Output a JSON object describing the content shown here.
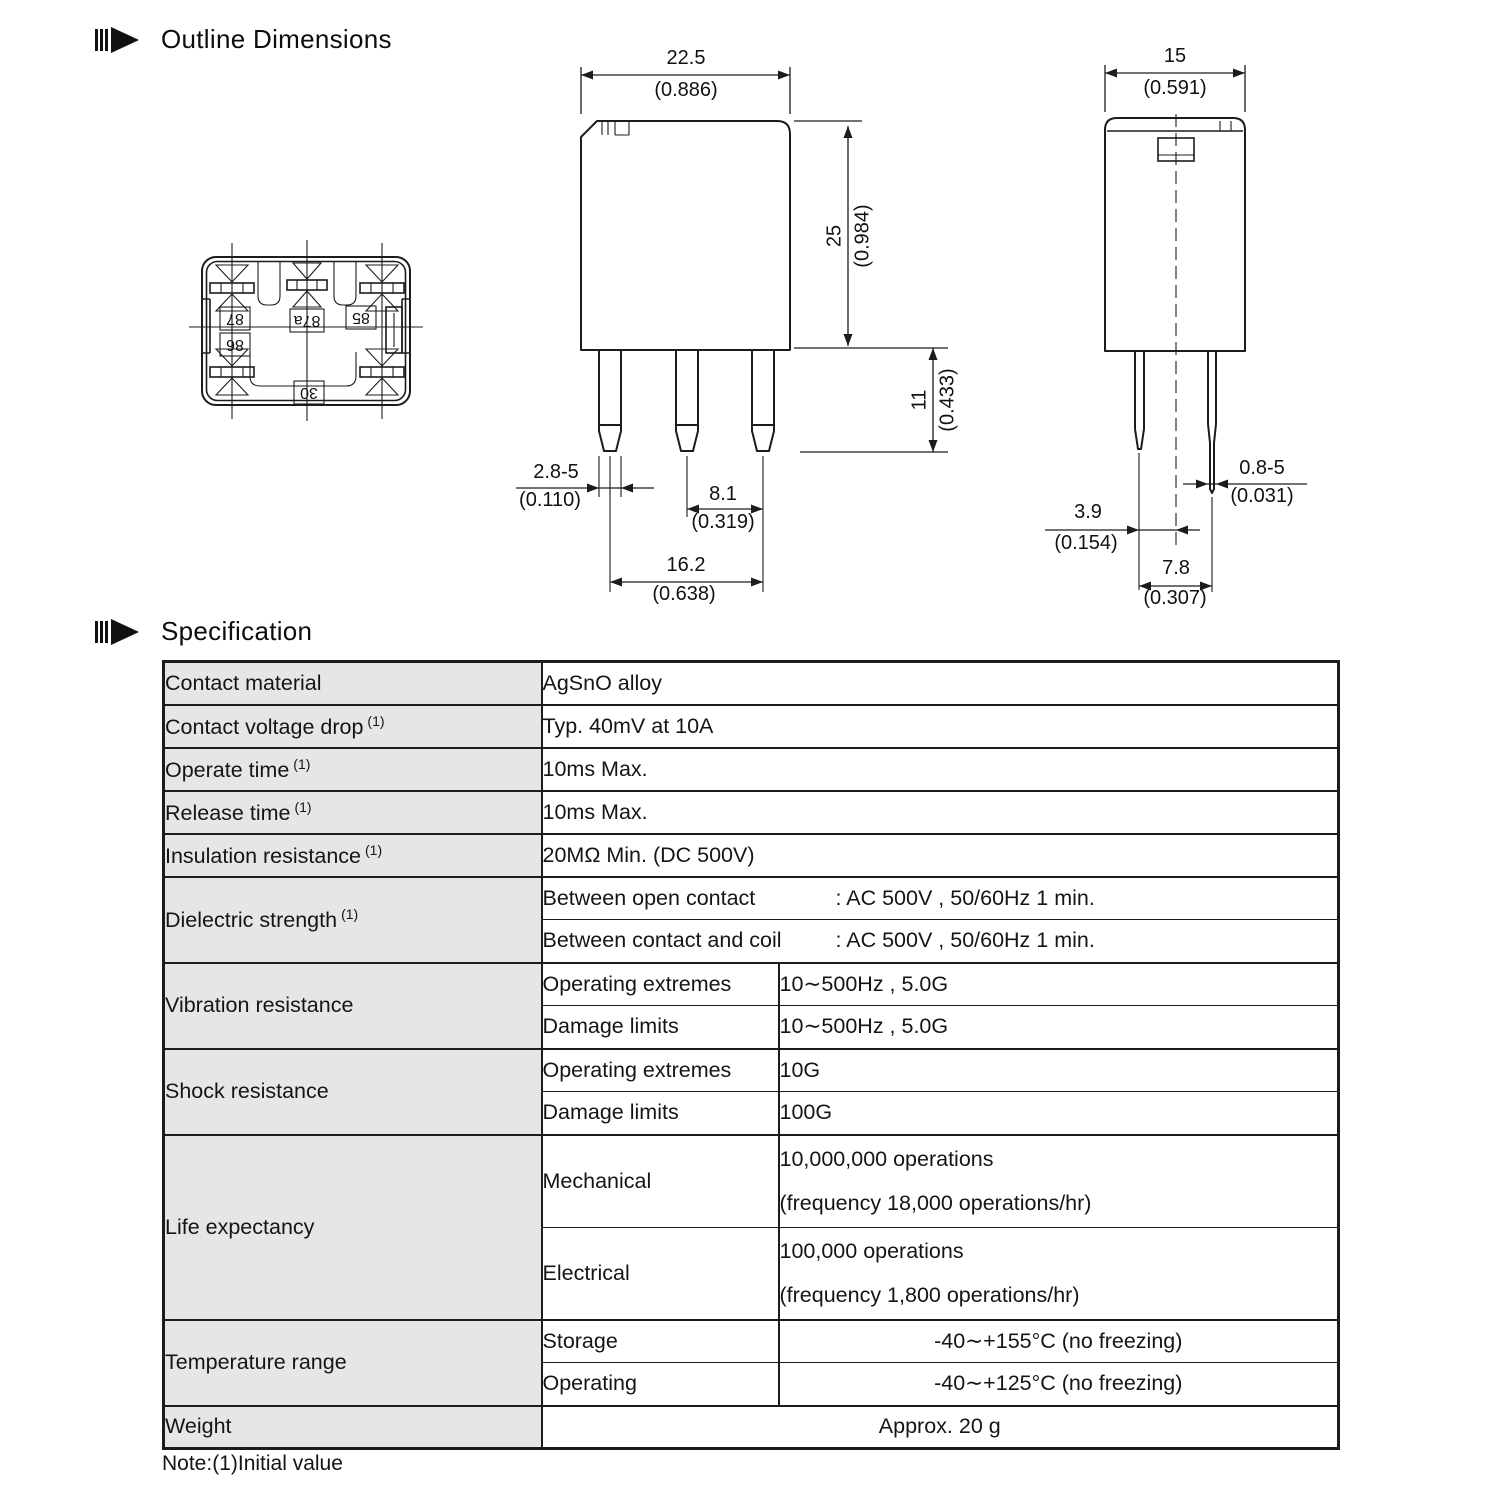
{
  "page": {
    "outline_section_title": "Outline Dimensions",
    "spec_section_title": "Specification",
    "note": "Note:(1)Initial value"
  },
  "drawings": {
    "bottom_view": {
      "pin_labels": {
        "p87": "87",
        "p86": "86",
        "p87a": "87a",
        "p85": "85",
        "p30": "30"
      }
    },
    "front_view": {
      "body_width_mm": "22.5",
      "body_width_in": "(0.886)",
      "body_height_mm": "25",
      "body_height_in": "(0.984)",
      "pin_length_mm": "11",
      "pin_length_in": "(0.433)",
      "pin_width_mm": "2.8-5",
      "pin_width_in": "(0.110)",
      "pitch_small_mm": "8.1",
      "pitch_small_in": "(0.319)",
      "pitch_large_mm": "16.2",
      "pitch_large_in": "(0.638)"
    },
    "side_view": {
      "body_depth_mm": "15",
      "body_depth_in": "(0.591)",
      "pin_thickness_mm": "0.8-5",
      "pin_thickness_in": "(0.031)",
      "pin_offset_mm": "3.9",
      "pin_offset_in": "(0.154)",
      "pin_pitch_mm": "7.8",
      "pin_pitch_in": "(0.307)"
    }
  },
  "spec_table": {
    "contact_material": {
      "label": "Contact material",
      "value": "AgSnO alloy"
    },
    "contact_voltage_drop": {
      "label": "Contact voltage drop",
      "sup": "(1)",
      "value": "Typ. 40mV at 10A"
    },
    "operate_time": {
      "label": "Operate time",
      "sup": "(1)",
      "value": "10ms Max."
    },
    "release_time": {
      "label": "Release time",
      "sup": "(1)",
      "value": "10ms Max."
    },
    "insulation_resistance": {
      "label": "Insulation resistance",
      "sup": "(1)",
      "value": "20MΩ Min. (DC 500V)"
    },
    "dielectric_strength": {
      "label": "Dielectric strength",
      "sup": "(1)",
      "rows": [
        {
          "name": "Between open contact",
          "value": ": AC 500V , 50/60Hz 1 min."
        },
        {
          "name": "Between contact and coil",
          "value": ": AC 500V , 50/60Hz 1 min."
        }
      ]
    },
    "vibration_resistance": {
      "label": "Vibration resistance",
      "rows": [
        {
          "name": "Operating extremes",
          "value": "10∼500Hz , 5.0G"
        },
        {
          "name": "Damage limits",
          "value": "10∼500Hz , 5.0G"
        }
      ]
    },
    "shock_resistance": {
      "label": "Shock resistance",
      "rows": [
        {
          "name": "Operating extremes",
          "value": "10G"
        },
        {
          "name": "Damage limits",
          "value": "100G"
        }
      ]
    },
    "life_expectancy": {
      "label": "Life expectancy",
      "rows": [
        {
          "name": "Mechanical",
          "value_line1": "10,000,000 operations",
          "value_line2": "(frequency 18,000 operations/hr)"
        },
        {
          "name": "Electrical",
          "value_line1": "100,000 operations",
          "value_line2": "(frequency 1,800 operations/hr)"
        }
      ]
    },
    "temperature_range": {
      "label": "Temperature range",
      "rows": [
        {
          "name": "Storage",
          "value": "-40∼+155°C (no freezing)"
        },
        {
          "name": "Operating",
          "value": "-40∼+125°C (no freezing)"
        }
      ]
    },
    "weight": {
      "label": "Weight",
      "value": "Approx. 20 g"
    }
  }
}
